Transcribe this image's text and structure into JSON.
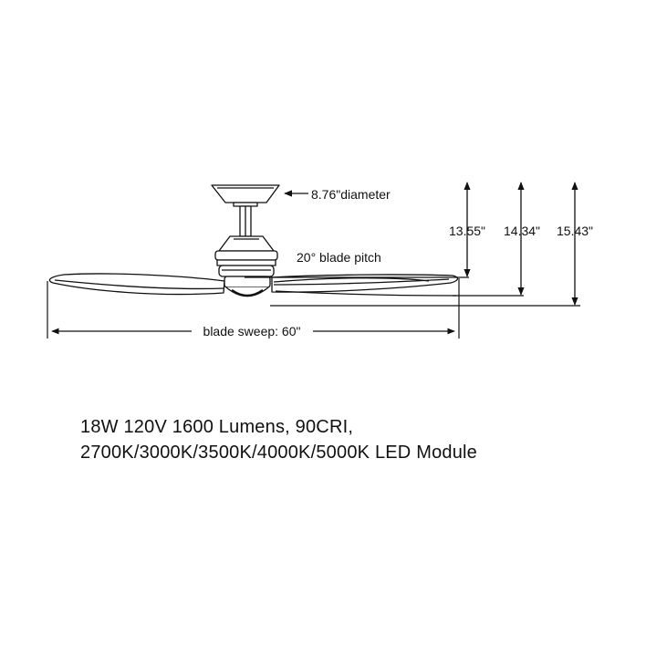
{
  "labels": {
    "canopy_diameter": "8.76\"diameter",
    "blade_pitch": "20° blade pitch",
    "blade_sweep": "blade sweep: 60\"",
    "height_1": "13.55\"",
    "height_2": "14.34\"",
    "height_3": "15.43\""
  },
  "spec": {
    "line1": "18W 120V 1600 Lumens, 90CRI,",
    "line2": "2700K/3000K/3500K/4000K/5000K LED Module"
  },
  "colors": {
    "line": "#111111",
    "background": "#ffffff"
  }
}
